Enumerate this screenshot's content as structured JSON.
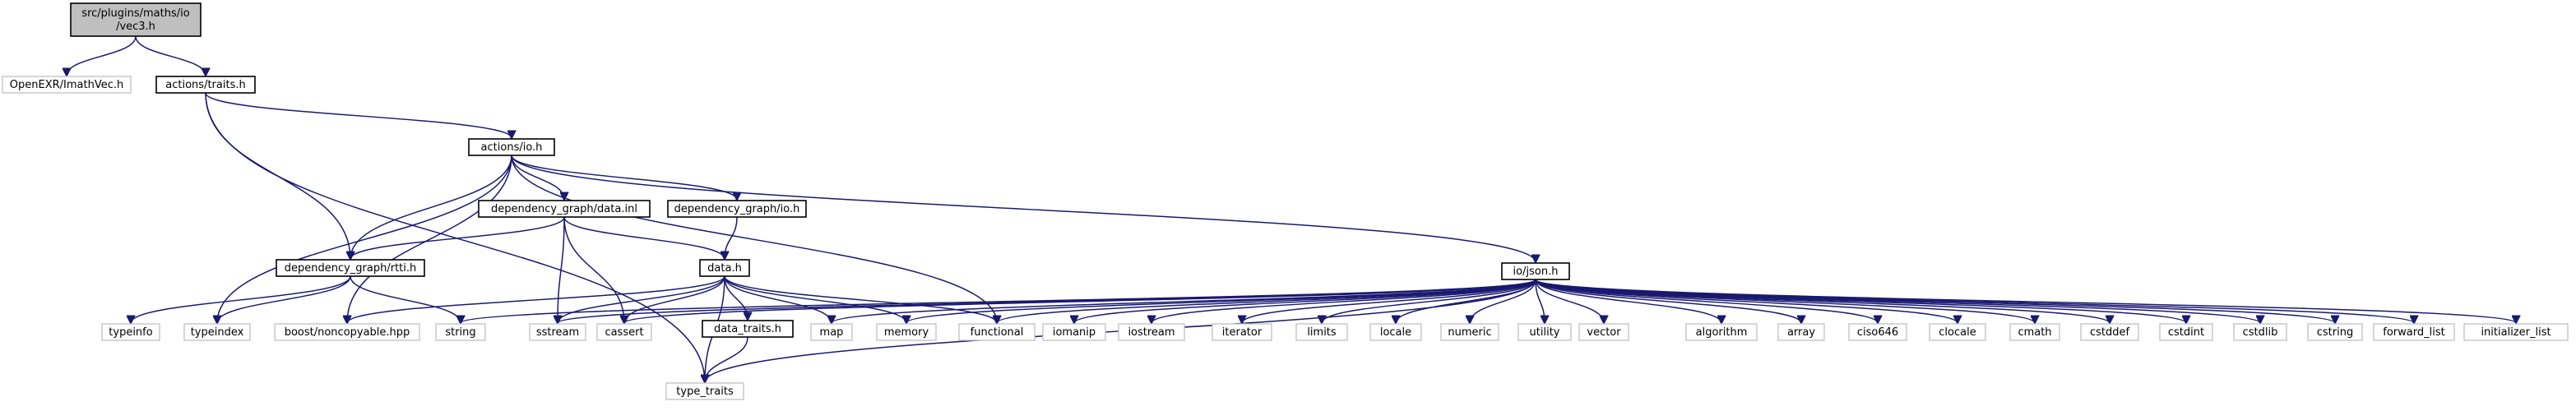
{
  "diagram": {
    "edge_color": "#191970",
    "root_fill": "#bfbfbf",
    "nodes": [
      {
        "id": "root",
        "kind": "root",
        "lines": [
          "src/plugins/maths/io",
          "/vec3.h"
        ]
      },
      {
        "id": "imath",
        "kind": "system",
        "lines": [
          "OpenEXR/ImathVec.h"
        ]
      },
      {
        "id": "traits",
        "kind": "doc",
        "lines": [
          "actions/traits.h"
        ]
      },
      {
        "id": "io",
        "kind": "doc",
        "lines": [
          "actions/io.h"
        ]
      },
      {
        "id": "datainl",
        "kind": "doc",
        "lines": [
          "dependency_graph/data.inl"
        ]
      },
      {
        "id": "dgio",
        "kind": "doc",
        "lines": [
          "dependency_graph/io.h"
        ]
      },
      {
        "id": "rtti",
        "kind": "doc",
        "lines": [
          "dependency_graph/rtti.h"
        ]
      },
      {
        "id": "data",
        "kind": "doc",
        "lines": [
          "data.h"
        ]
      },
      {
        "id": "json",
        "kind": "doc",
        "lines": [
          "io/json.h"
        ]
      },
      {
        "id": "datatraits",
        "kind": "doc",
        "lines": [
          "data_traits.h"
        ]
      },
      {
        "id": "typeinfo",
        "kind": "system",
        "lines": [
          "typeinfo"
        ]
      },
      {
        "id": "typeindex",
        "kind": "system",
        "lines": [
          "typeindex"
        ]
      },
      {
        "id": "boost",
        "kind": "system",
        "lines": [
          "boost/noncopyable.hpp"
        ]
      },
      {
        "id": "string",
        "kind": "system",
        "lines": [
          "string"
        ]
      },
      {
        "id": "sstream",
        "kind": "system",
        "lines": [
          "sstream"
        ]
      },
      {
        "id": "cassert",
        "kind": "system",
        "lines": [
          "cassert"
        ]
      },
      {
        "id": "map",
        "kind": "system",
        "lines": [
          "map"
        ]
      },
      {
        "id": "memory",
        "kind": "system",
        "lines": [
          "memory"
        ]
      },
      {
        "id": "functional",
        "kind": "system",
        "lines": [
          "functional"
        ]
      },
      {
        "id": "iomanip",
        "kind": "system",
        "lines": [
          "iomanip"
        ]
      },
      {
        "id": "iostream",
        "kind": "system",
        "lines": [
          "iostream"
        ]
      },
      {
        "id": "iterator",
        "kind": "system",
        "lines": [
          "iterator"
        ]
      },
      {
        "id": "limits",
        "kind": "system",
        "lines": [
          "limits"
        ]
      },
      {
        "id": "locale",
        "kind": "system",
        "lines": [
          "locale"
        ]
      },
      {
        "id": "numeric",
        "kind": "system",
        "lines": [
          "numeric"
        ]
      },
      {
        "id": "utility",
        "kind": "system",
        "lines": [
          "utility"
        ]
      },
      {
        "id": "vector",
        "kind": "system",
        "lines": [
          "vector"
        ]
      },
      {
        "id": "algorithm",
        "kind": "system",
        "lines": [
          "algorithm"
        ]
      },
      {
        "id": "array",
        "kind": "system",
        "lines": [
          "array"
        ]
      },
      {
        "id": "ciso646",
        "kind": "system",
        "lines": [
          "ciso646"
        ]
      },
      {
        "id": "clocale",
        "kind": "system",
        "lines": [
          "clocale"
        ]
      },
      {
        "id": "cmath",
        "kind": "system",
        "lines": [
          "cmath"
        ]
      },
      {
        "id": "cstddef",
        "kind": "system",
        "lines": [
          "cstddef"
        ]
      },
      {
        "id": "cstdint",
        "kind": "system",
        "lines": [
          "cstdint"
        ]
      },
      {
        "id": "cstdlib",
        "kind": "system",
        "lines": [
          "cstdlib"
        ]
      },
      {
        "id": "cstring",
        "kind": "system",
        "lines": [
          "cstring"
        ]
      },
      {
        "id": "forward_list",
        "kind": "system",
        "lines": [
          "forward_list"
        ]
      },
      {
        "id": "initializer_list",
        "kind": "system",
        "lines": [
          "initializer_list"
        ]
      },
      {
        "id": "type_traits",
        "kind": "system",
        "lines": [
          "type_traits"
        ]
      }
    ],
    "edges": [
      [
        "root",
        "imath"
      ],
      [
        "root",
        "traits"
      ],
      [
        "traits",
        "type_traits"
      ],
      [
        "traits",
        "rtti"
      ],
      [
        "traits",
        "io"
      ],
      [
        "io",
        "typeindex"
      ],
      [
        "io",
        "boost"
      ],
      [
        "io",
        "rtti"
      ],
      [
        "io",
        "datainl"
      ],
      [
        "io",
        "dgio"
      ],
      [
        "io",
        "functional"
      ],
      [
        "io",
        "json"
      ],
      [
        "datainl",
        "rtti"
      ],
      [
        "datainl",
        "data"
      ],
      [
        "datainl",
        "sstream"
      ],
      [
        "datainl",
        "cassert"
      ],
      [
        "dgio",
        "data"
      ],
      [
        "rtti",
        "typeinfo"
      ],
      [
        "rtti",
        "typeindex"
      ],
      [
        "rtti",
        "string"
      ],
      [
        "data",
        "boost"
      ],
      [
        "data",
        "sstream"
      ],
      [
        "data",
        "cassert"
      ],
      [
        "data",
        "datatraits"
      ],
      [
        "data",
        "type_traits"
      ],
      [
        "data",
        "map"
      ],
      [
        "data",
        "memory"
      ],
      [
        "data",
        "functional"
      ],
      [
        "datatraits",
        "type_traits"
      ],
      [
        "json",
        "string"
      ],
      [
        "json",
        "sstream"
      ],
      [
        "json",
        "cassert"
      ],
      [
        "json",
        "map"
      ],
      [
        "json",
        "memory"
      ],
      [
        "json",
        "functional"
      ],
      [
        "json",
        "iomanip"
      ],
      [
        "json",
        "iostream"
      ],
      [
        "json",
        "iterator"
      ],
      [
        "json",
        "limits"
      ],
      [
        "json",
        "locale"
      ],
      [
        "json",
        "numeric"
      ],
      [
        "json",
        "utility"
      ],
      [
        "json",
        "vector"
      ],
      [
        "json",
        "type_traits"
      ],
      [
        "json",
        "algorithm"
      ],
      [
        "json",
        "array"
      ],
      [
        "json",
        "ciso646"
      ],
      [
        "json",
        "clocale"
      ],
      [
        "json",
        "cmath"
      ],
      [
        "json",
        "cstddef"
      ],
      [
        "json",
        "cstdint"
      ],
      [
        "json",
        "cstdlib"
      ],
      [
        "json",
        "cstring"
      ],
      [
        "json",
        "forward_list"
      ],
      [
        "json",
        "initializer_list"
      ]
    ]
  }
}
